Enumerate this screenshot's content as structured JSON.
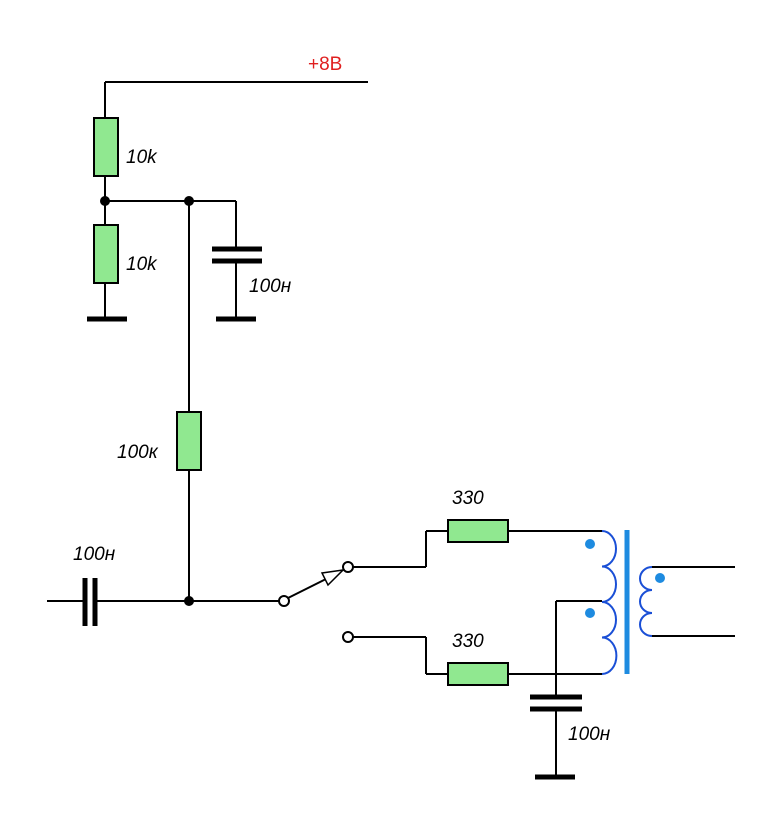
{
  "labels": {
    "supply": "+8В",
    "r_divider_top": "10k",
    "r_divider_bottom": "10k",
    "c_decouple": "100н",
    "r_bias": "100к",
    "c_input": "100н",
    "r_upper": "330",
    "r_lower": "330",
    "c_lower": "100н"
  },
  "colors": {
    "resistor_fill": "#90e890",
    "supply_label": "#e02020",
    "coil": "#1a4fd6",
    "core": "#1e8be0"
  }
}
